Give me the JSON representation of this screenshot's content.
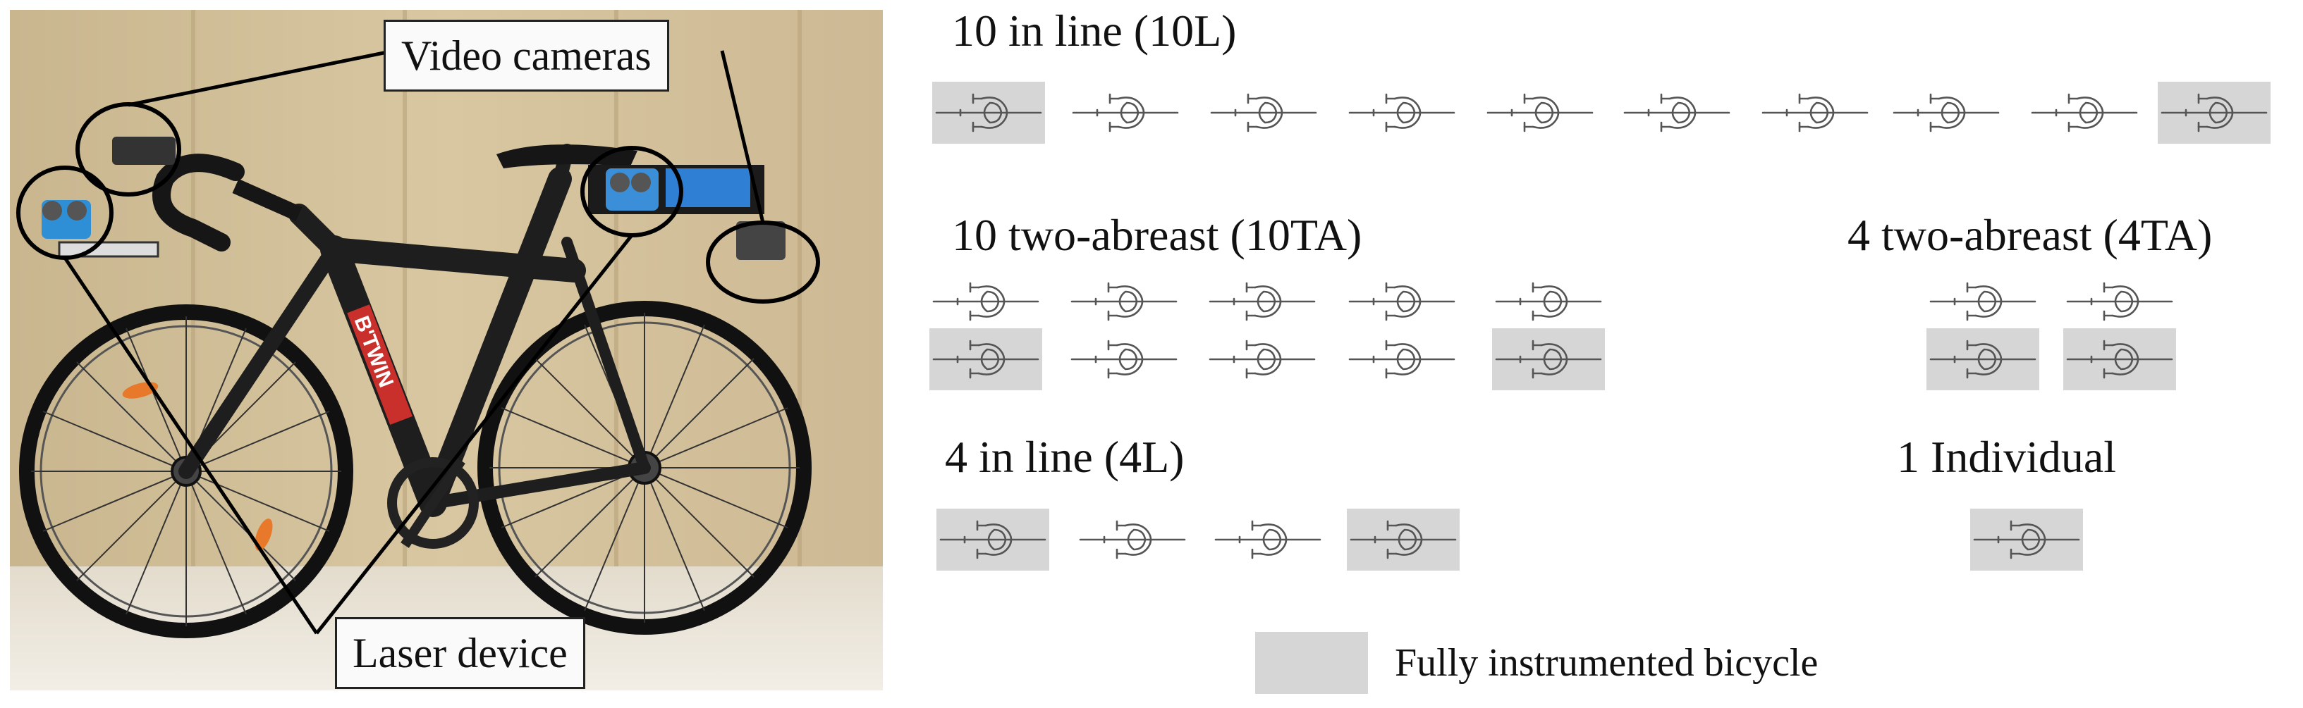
{
  "photo": {
    "callouts": {
      "video_cameras": "Video cameras",
      "laser_device": "Laser device"
    },
    "frame_brand": "B'TWIN"
  },
  "groups": [
    {
      "title": "10 in line (10L)"
    },
    {
      "title": "10 two-abreast (10TA)"
    },
    {
      "title": "4 two-abreast (4TA)"
    },
    {
      "title": "4 in line (4L)"
    },
    {
      "title": "1 Individual"
    }
  ],
  "legend": {
    "label": "Fully instrumented bicycle",
    "color": "#d6d6d6"
  }
}
